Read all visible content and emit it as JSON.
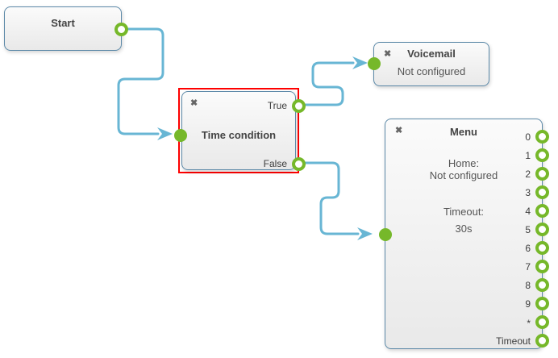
{
  "app": {
    "name": "call-flow-editor"
  },
  "colors": {
    "port_green": "#76b82a",
    "connector_teal": "#68b6d4",
    "selection_red": "#ff0000",
    "node_border_blue": "#5c89a8",
    "node_background": "#f1f1f1"
  },
  "icons": {
    "close": "✖"
  },
  "nodes": [
    {
      "id": "start",
      "title": "Start"
    },
    {
      "id": "time-condition",
      "title": "Time condition",
      "selected": true,
      "outputs": [
        {
          "label": "True"
        },
        {
          "label": "False"
        }
      ]
    },
    {
      "id": "voicemail",
      "title": "Voicemail",
      "status": "Not configured"
    },
    {
      "id": "menu",
      "title": "Menu",
      "fields": [
        {
          "label": "Home:",
          "value": "Not configured"
        },
        {
          "label": "Timeout:",
          "value": "30s"
        }
      ],
      "outputs": [
        {
          "label": "0"
        },
        {
          "label": "1"
        },
        {
          "label": "2"
        },
        {
          "label": "3"
        },
        {
          "label": "4"
        },
        {
          "label": "5"
        },
        {
          "label": "6"
        },
        {
          "label": "7"
        },
        {
          "label": "8"
        },
        {
          "label": "9"
        },
        {
          "label": "*"
        },
        {
          "label": "Timeout"
        }
      ]
    }
  ]
}
